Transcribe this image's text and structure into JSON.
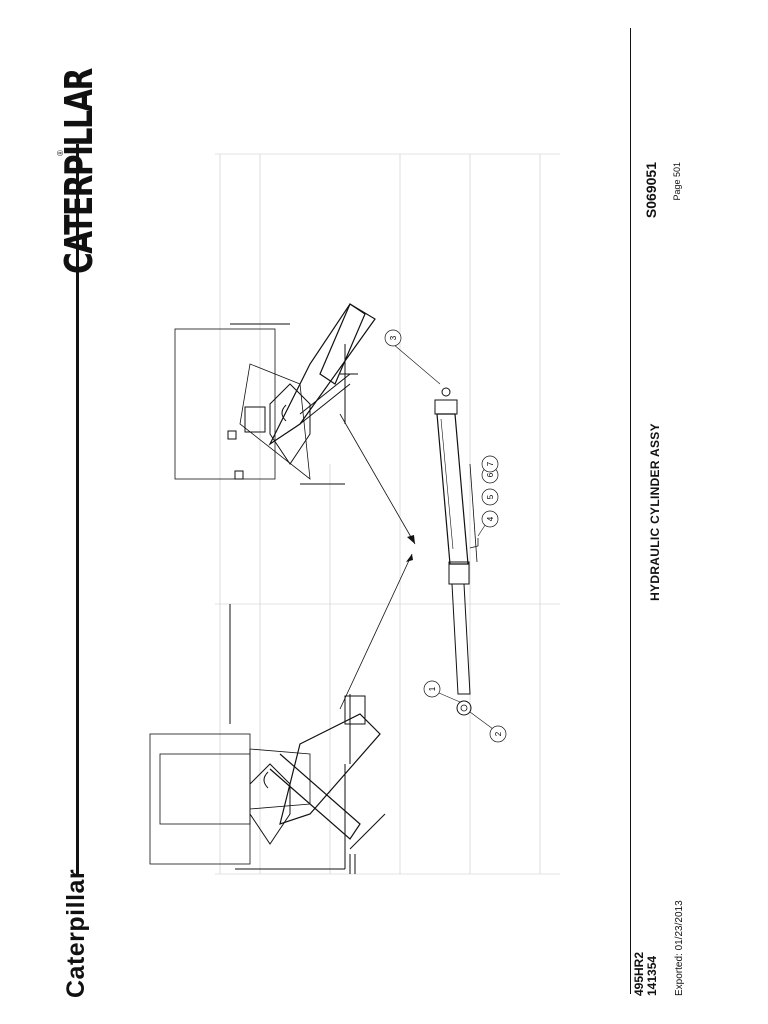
{
  "header": {
    "brand_text": "Caterpillar",
    "logo_text": "CATERPILLAR",
    "logo_reg": "®"
  },
  "footer": {
    "model": "495HR2",
    "serial": "141354",
    "exported": "Exported: 01/23/2013",
    "title": "HYDRAULIC CYLINDER ASSY",
    "part_number": "S069051",
    "page": "Page 501"
  },
  "callouts": [
    {
      "n": "1"
    },
    {
      "n": "2"
    },
    {
      "n": "3"
    },
    {
      "n": "4"
    },
    {
      "n": "5"
    },
    {
      "n": "6"
    },
    {
      "n": "7"
    }
  ],
  "colors": {
    "ink": "#111111",
    "paper": "#ffffff",
    "faint": "#c8c8c8"
  }
}
